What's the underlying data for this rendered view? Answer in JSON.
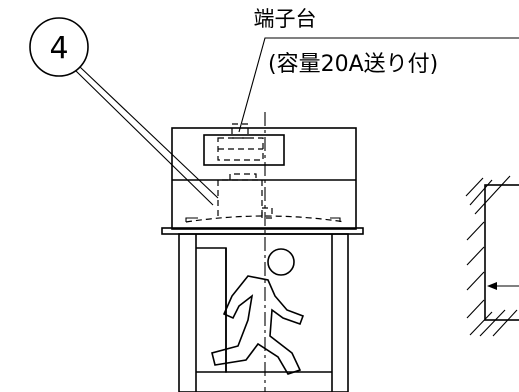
{
  "callout": {
    "number": "4"
  },
  "terminal_label": {
    "title": "端子台",
    "spec": "(容量20A送り付)"
  }
}
